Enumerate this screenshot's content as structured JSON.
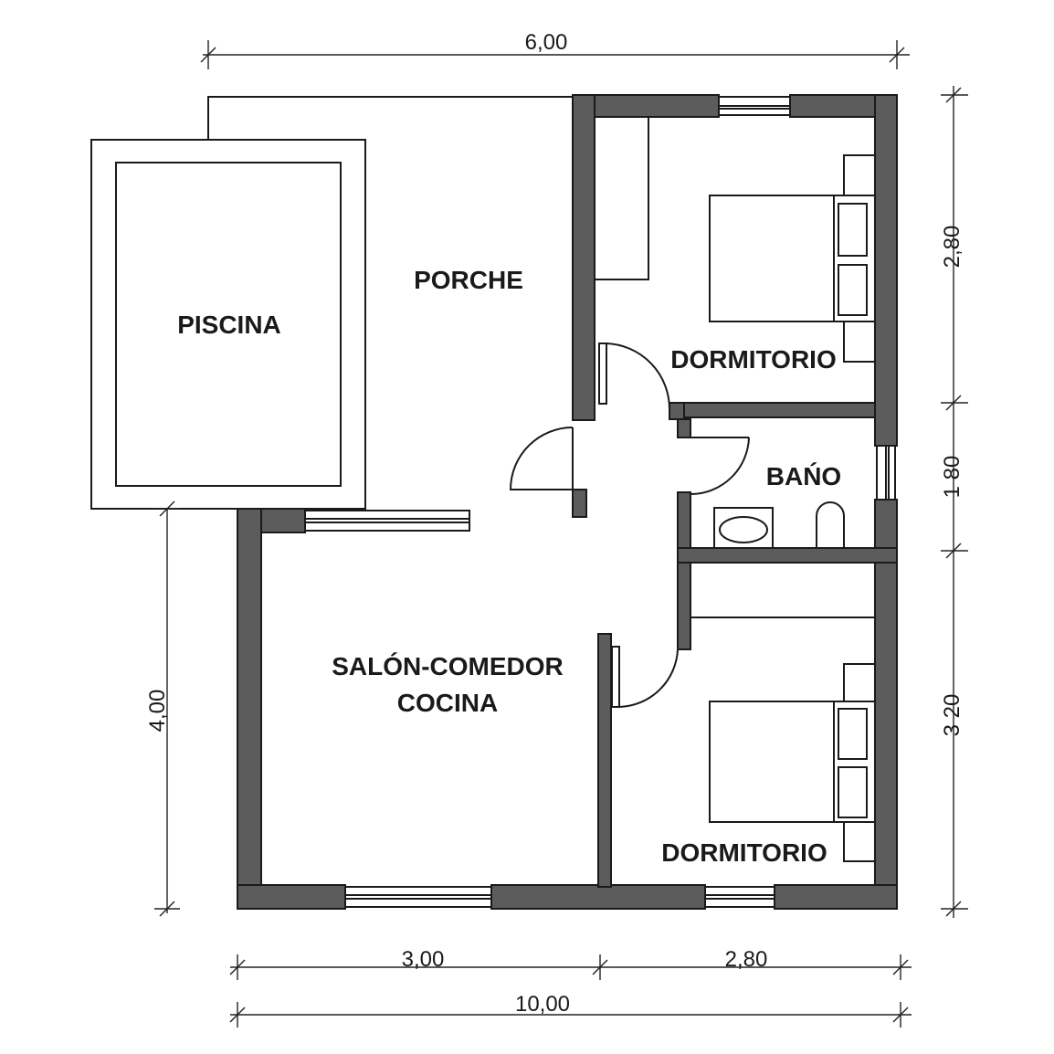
{
  "rooms": {
    "piscina": "PISCINA",
    "porche": "PORCHE",
    "dormitorio_top": "DORMITORIO",
    "bano": "BAŃO",
    "salon_line1": "SALÓN-COMEDOR",
    "salon_line2": "COCINA",
    "dormitorio_bottom": "DORMITORIO"
  },
  "dimensions": {
    "top_width": "6,00",
    "right_top": "2,80",
    "right_mid": "1 80",
    "right_bottom": "3 20",
    "left_height": "4,00",
    "bottom_left": "3,00",
    "bottom_right": "2,80",
    "bottom_total": "10,00"
  }
}
